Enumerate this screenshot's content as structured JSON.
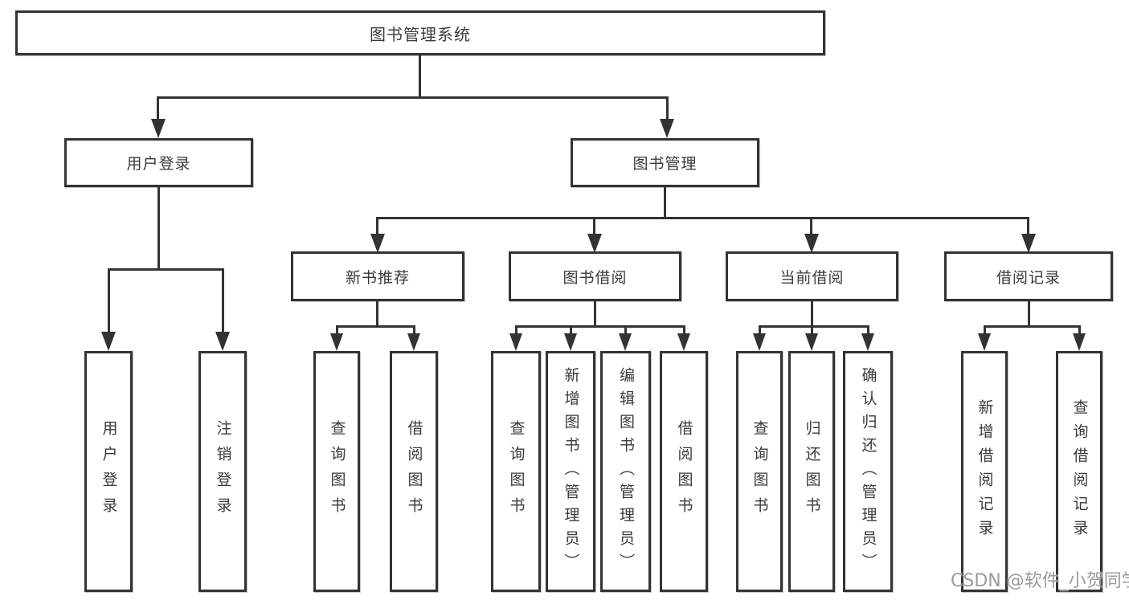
{
  "root": {
    "label": "图书管理系统"
  },
  "level2": {
    "user_login": {
      "label": "用户登录"
    },
    "book_mgmt": {
      "label": "图书管理"
    }
  },
  "level3": {
    "new_book": {
      "label": "新书推荐"
    },
    "borrow": {
      "label": "图书借阅"
    },
    "current": {
      "label": "当前借阅"
    },
    "records": {
      "label": "借阅记录"
    }
  },
  "leaves": {
    "user_login": [
      "用户登录",
      "注销登录"
    ],
    "new_book": [
      "查询图书",
      "借阅图书"
    ],
    "borrow": [
      "查询图书",
      "新增图书（管理员）",
      "编辑图书（管理员）",
      "借阅图书"
    ],
    "current": [
      "查询图书",
      "归还图书",
      "确认归还（管理员）"
    ],
    "records": [
      "新增借阅记录",
      "查询借阅记录"
    ]
  },
  "watermark": {
    "text": "CSDN @软件_小贺同学"
  },
  "colors": {
    "line": "#333333",
    "border": "#333333",
    "text": "#3a3a3a",
    "background": "#ffffff",
    "watermark": "#9b9b9b"
  }
}
